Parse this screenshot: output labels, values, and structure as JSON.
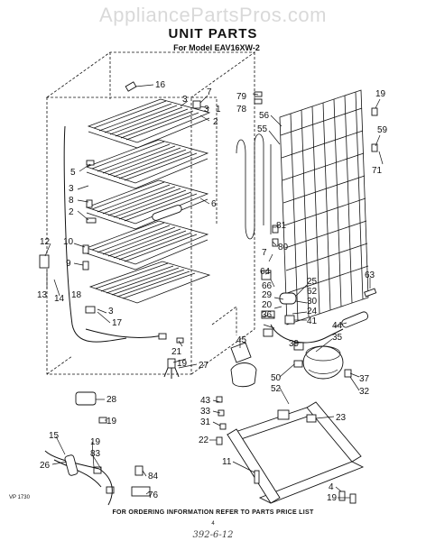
{
  "watermark": "AppliancePartsPros.com",
  "title": "UNIT PARTS",
  "subtitle": "For Model EAV16XW-2",
  "footer": "FOR ORDERING INFORMATION REFER TO PARTS PRICE LIST",
  "page_number": "4",
  "code": "VP 1730",
  "handwritten": "392-6-12",
  "callouts": {
    "c16": "16",
    "c3a": "3",
    "c7": "7",
    "c3b": "3",
    "c2": "2",
    "c1": "1",
    "c5": "5",
    "c3c": "3",
    "c8": "8",
    "c2b": "2",
    "c6": "6",
    "c12": "12",
    "c10": "10",
    "c9": "9",
    "c13": "13",
    "c14": "14",
    "c18": "18",
    "c3d": "3",
    "c17": "17",
    "c21": "21",
    "c19a": "19",
    "c79": "79",
    "c78": "78",
    "c56": "56",
    "c55": "55",
    "c19b": "19",
    "c59": "59",
    "c71": "71",
    "c81": "81",
    "c80": "80",
    "c7b": "7",
    "c64": "64",
    "c63": "63",
    "c66": "66",
    "c25": "25",
    "c29": "29",
    "c62": "62",
    "c20": "20",
    "c30": "30",
    "c36": "36",
    "c24": "24",
    "c41": "41",
    "c44": "44",
    "c35": "35",
    "c45": "45",
    "c27": "27",
    "c39": "39",
    "c37": "37",
    "c50": "50",
    "c32": "32",
    "c52": "52",
    "c43": "43",
    "c33": "33",
    "c31": "31",
    "c23": "23",
    "c28": "28",
    "c19c": "19",
    "c22": "22",
    "c15": "15",
    "c19d": "19",
    "c83": "83",
    "c26": "26",
    "c11": "11",
    "c84": "84",
    "c76": "76",
    "c4": "4",
    "c19e": "19"
  }
}
